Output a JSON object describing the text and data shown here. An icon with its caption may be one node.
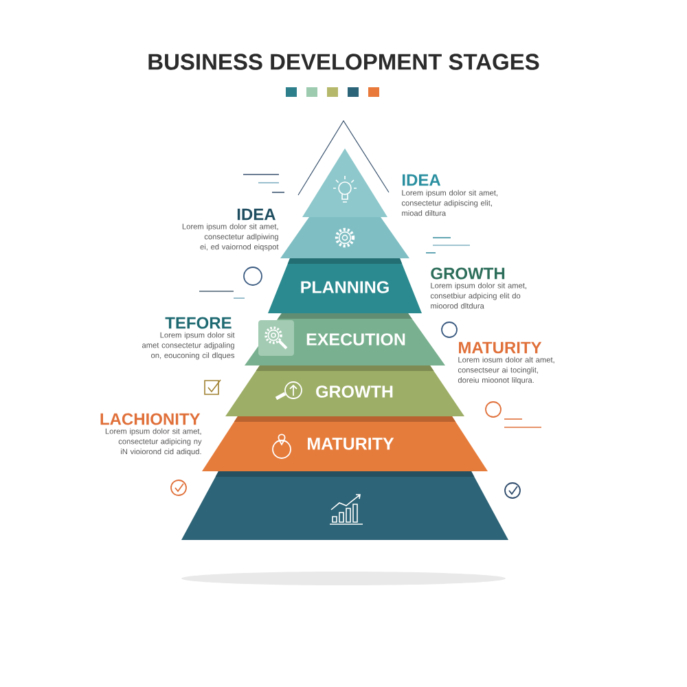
{
  "diagram": {
    "title": "BUSINESS DEVELOPMENT STAGES",
    "nodes": [
      {
        "text": [],
        "shape": "triangle"
      },
      {
        "text": [],
        "shape": "trapezoid"
      },
      {
        "text": [
          "PLANNING"
        ]
      },
      {
        "text": [
          "EXECUTION"
        ]
      },
      {
        "text": [
          "GROWTH"
        ]
      },
      {
        "text": [
          "MATURITY"
        ]
      },
      {
        "text": [],
        "shape": "trapezoid"
      }
    ],
    "labels": [
      "IDEA",
      "Lorem ipsum dolor sit amet, consectetur adipiscing elit, mioad diltura",
      "IDEA",
      "Lorem ipsum dolor sit amet, consectetur adlpiwing ei, ed vaiornod eiqspot",
      "GROWTH",
      "Lorem ipsum dolor sit amet, consetbiur adpicing elit do mioorod dltdura",
      "TEFORE",
      "Lorem ipsum dolor sit amet consectetur adjpaling on, eouconing cil dlques",
      "MATURITY",
      "Lorem iosum dolor alt amet, consectseur ai tocinglit, doreiu mioonot lilqura.",
      "LACHIONITY",
      "Lorem ipsum dolor sit amet, consectetur adipicing ny iN vioiorond cid adiqud."
    ]
  }
}
